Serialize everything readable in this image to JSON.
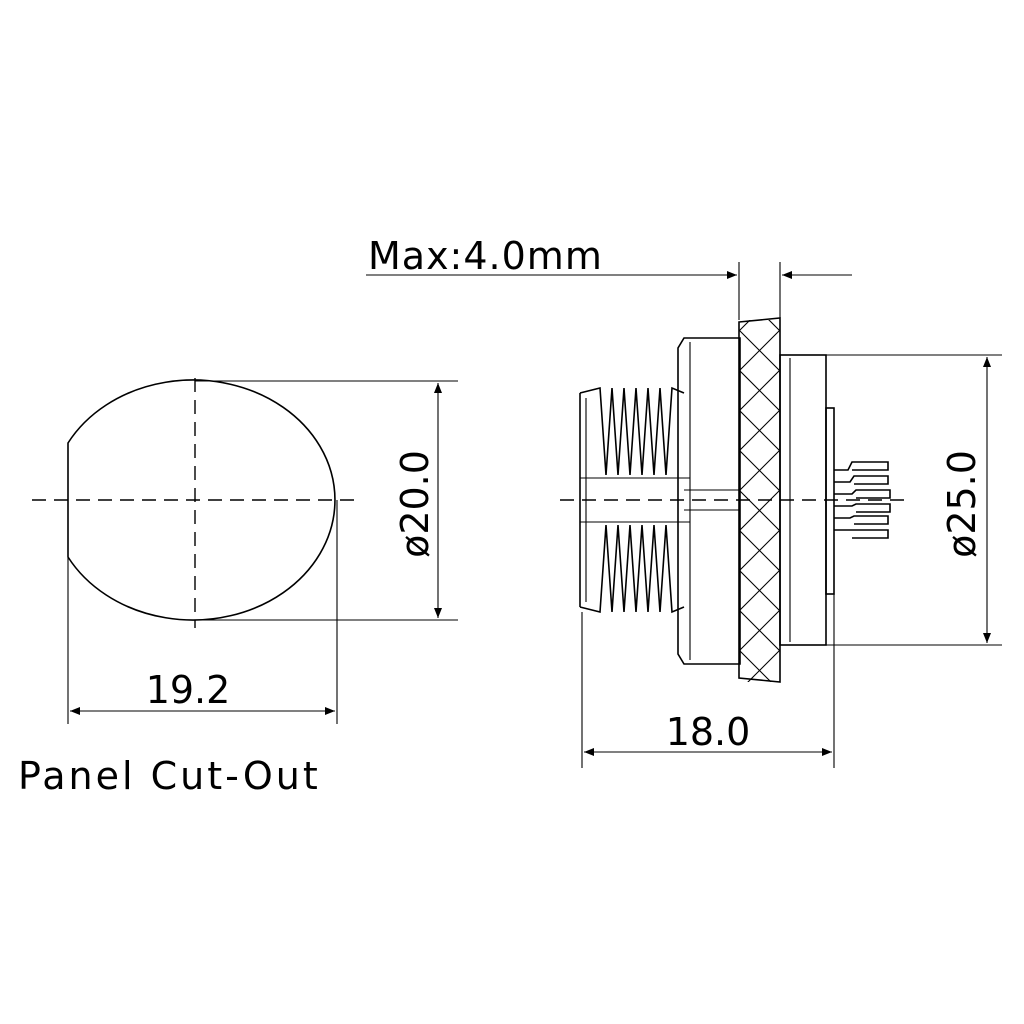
{
  "panel_cutout": {
    "caption": "Panel Cut-Out",
    "width_dim": "19.2",
    "diameter_dim": "ø20.0"
  },
  "connector": {
    "panel_thickness_dim": "Max:4.0mm",
    "length_dim": "18.0",
    "diameter_dim": "ø25.0"
  }
}
